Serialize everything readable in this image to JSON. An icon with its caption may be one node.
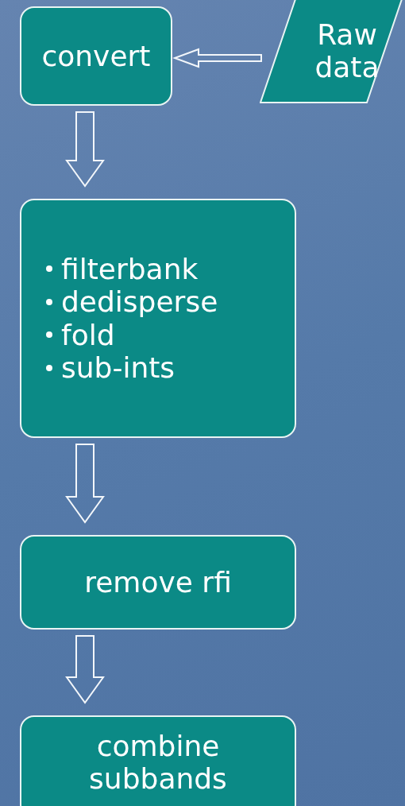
{
  "diagram": {
    "nodes": [
      {
        "text": [
          "convert"
        ]
      },
      {
        "text": [
          "Raw data"
        ]
      },
      {
        "text": [
          "filterbank",
          "dedisperse",
          "fold",
          "sub-ints"
        ]
      },
      {
        "text": [
          "remove rfi"
        ]
      },
      {
        "text": [
          "combine subbands"
        ]
      }
    ],
    "edges": [
      {
        "from": 1,
        "to": 0,
        "arrow": "to"
      },
      {
        "from": 0,
        "to": 2,
        "arrow": "to"
      },
      {
        "from": 2,
        "to": 3,
        "arrow": "to"
      },
      {
        "from": 3,
        "to": 4,
        "arrow": "to"
      }
    ]
  }
}
